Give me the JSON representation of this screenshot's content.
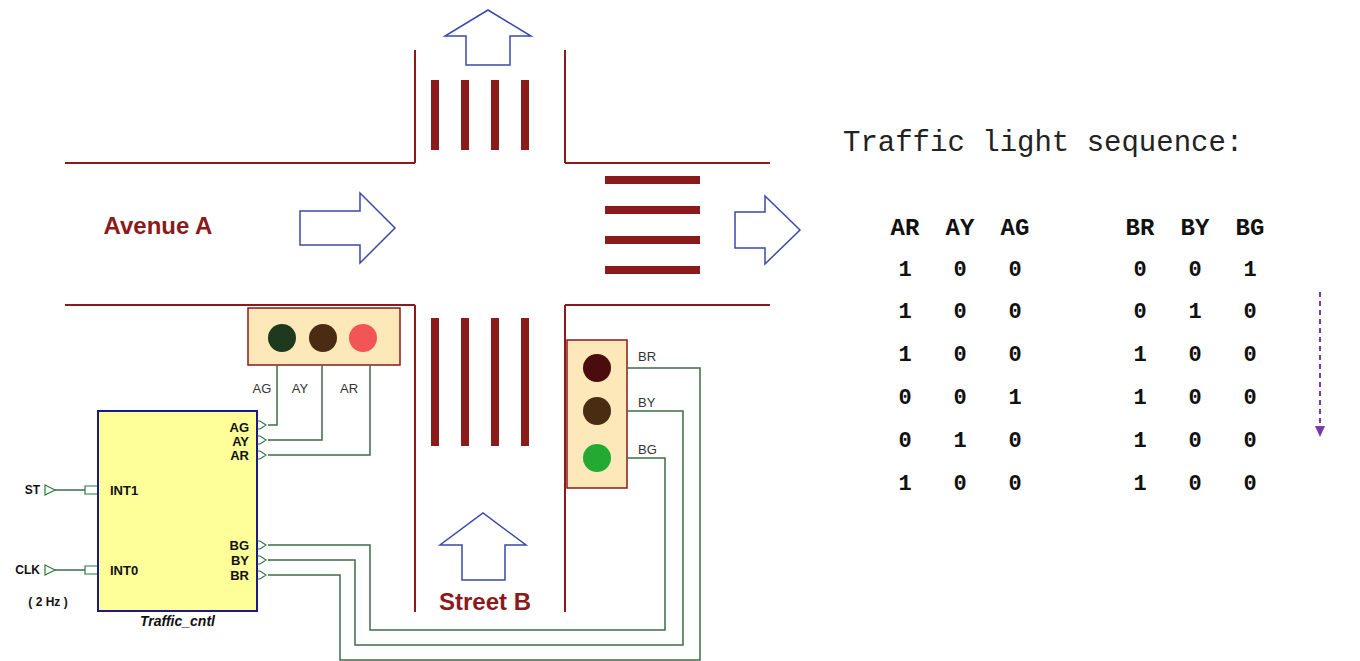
{
  "diagram": {
    "nodes": [
      {
        "text": [
          "Traffic_cntl"
        ]
      }
    ],
    "labels": [
      "Avenue A",
      "Street B",
      "AG",
      "AY",
      "AR",
      "BR",
      "BY",
      "BG",
      "AG",
      "AY",
      "AR",
      "INT1",
      "INT0",
      "BG",
      "BY",
      "BR",
      "ST",
      "CLK",
      "( 2 Hz )",
      "Traffic light sequence:",
      "AR",
      "AY",
      "AG",
      "BR",
      "BY",
      "BG",
      "1",
      "0",
      "0",
      "0",
      "0",
      "1",
      "1",
      "0",
      "0",
      "0",
      "1",
      "0",
      "1",
      "0",
      "0",
      "1",
      "0",
      "0",
      "0",
      "0",
      "1",
      "1",
      "0",
      "0",
      "0",
      "1",
      "0",
      "1",
      "0",
      "0",
      "1",
      "0",
      "0",
      "1",
      "0",
      "0"
    ]
  }
}
